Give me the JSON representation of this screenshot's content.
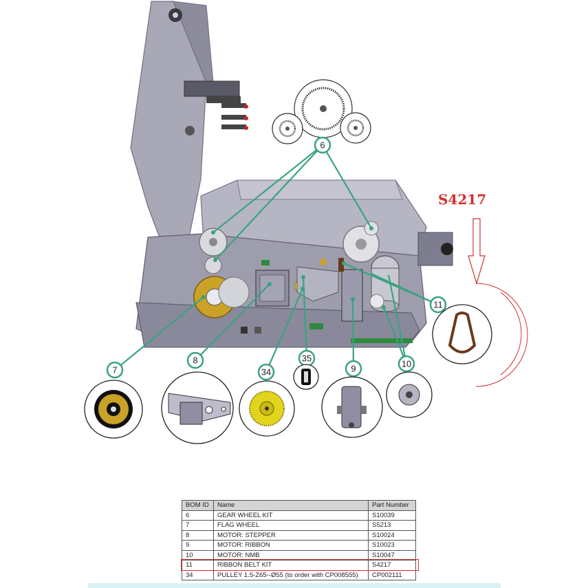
{
  "highlight_code": "S4217",
  "colors": {
    "callout": "#3aa37f",
    "highlight_red": "#d32f2f",
    "machine_body": "#a9a8b6",
    "gear_gold": "#c9a227",
    "gear_yellow": "#e2d41c"
  },
  "callouts": [
    {
      "id": "6",
      "label": "6"
    },
    {
      "id": "7",
      "label": "7"
    },
    {
      "id": "8",
      "label": "8"
    },
    {
      "id": "34",
      "label": "34"
    },
    {
      "id": "35",
      "label": "35"
    },
    {
      "id": "9",
      "label": "9"
    },
    {
      "id": "10",
      "label": "10"
    },
    {
      "id": "11",
      "label": "11"
    }
  ],
  "bom_table": {
    "headers": [
      "BOM ID",
      "Name",
      "Part Number"
    ],
    "rows": [
      [
        "6",
        "GEAR WHEEL KIT",
        "S10039"
      ],
      [
        "7",
        "FLAG WHEEL",
        "S5213"
      ],
      [
        "8",
        "MOTOR: STEPPER",
        "S10024"
      ],
      [
        "9",
        "MOTOR: RIBBON",
        "S10023"
      ],
      [
        "10",
        "MOTOR: NMB",
        "S10047"
      ],
      [
        "11",
        "RIBBON BELT KIT",
        "S4217"
      ],
      [
        "34",
        "PULLEY 1.5-Z65--Ø55 (to order with CP008555)",
        "CP002111"
      ]
    ],
    "highlighted_row": 5
  }
}
